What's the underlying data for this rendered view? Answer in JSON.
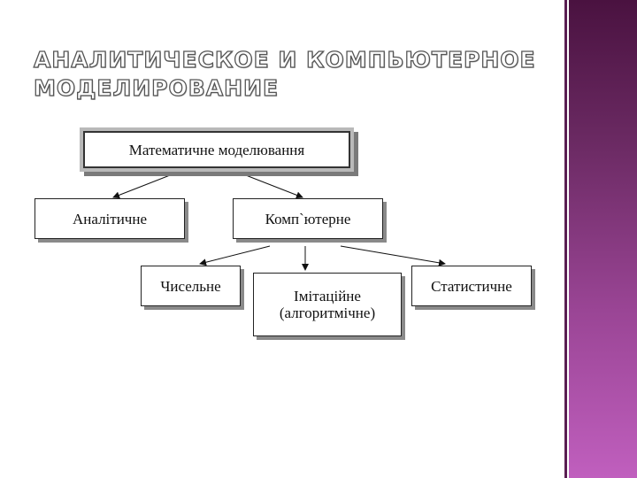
{
  "title": "АНАЛИТИЧЕСКОЕ И КОМПЬЮТЕРНОЕ\nМОДЕЛИРОВАНИЕ",
  "diagram": {
    "root": "Математичне моделювання",
    "level1": {
      "analytical": "Аналітичне",
      "computer": "Комп`ютерне"
    },
    "level2": {
      "numerical": "Чисельне",
      "simulation_line1": "Імітаційне",
      "simulation_line2": "(алгоритмічне)",
      "statistical": "Статистичне"
    }
  },
  "colors": {
    "accent_gradient_top": "#4a1240",
    "accent_gradient_bottom": "#c05fbe"
  }
}
